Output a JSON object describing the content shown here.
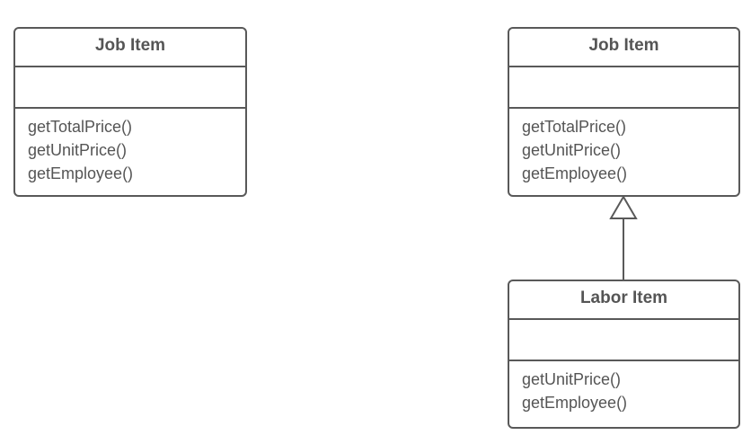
{
  "diagram": {
    "classes": [
      {
        "name": "Job Item",
        "attributes": [],
        "methods": [
          "getTotalPrice()",
          "getUnitPrice()",
          "getEmployee()"
        ]
      },
      {
        "name": "Job Item",
        "attributes": [],
        "methods": [
          "getTotalPrice()",
          "getUnitPrice()",
          "getEmployee()"
        ]
      },
      {
        "name": "Labor Item",
        "attributes": [],
        "methods": [
          "getUnitPrice()",
          "getEmployee()"
        ]
      }
    ],
    "relationships": [
      {
        "type": "generalization",
        "from": "Labor Item",
        "to": "Job Item"
      }
    ],
    "colors": {
      "stroke": "#595959",
      "text": "#555555",
      "background": "#ffffff"
    }
  }
}
